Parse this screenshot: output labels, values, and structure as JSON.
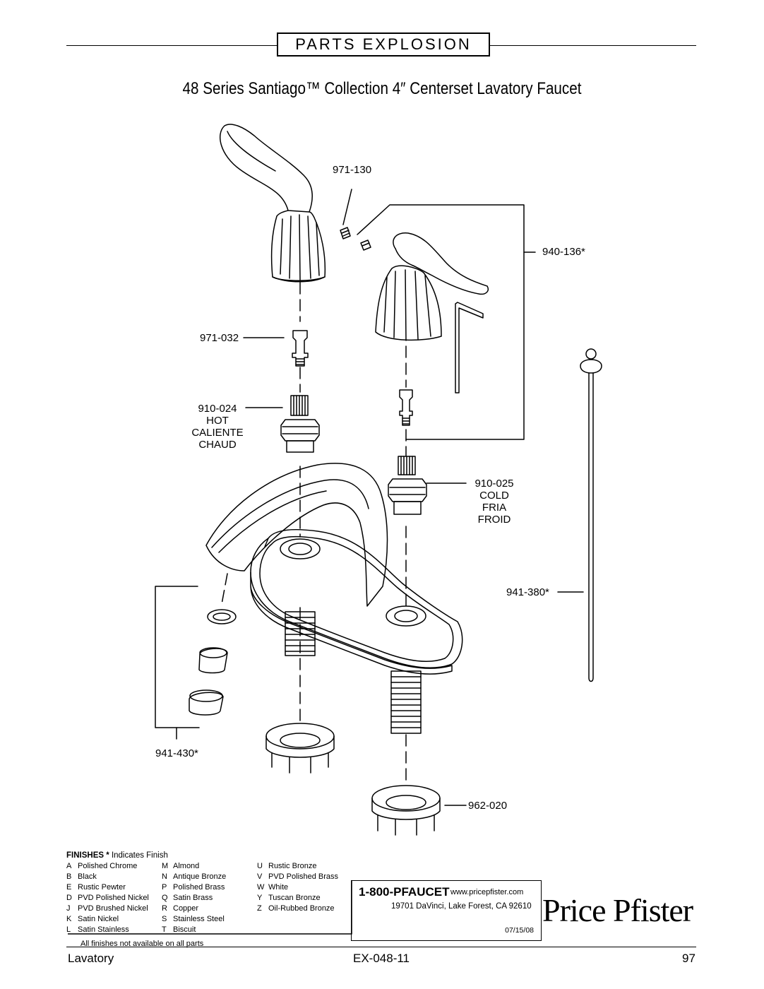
{
  "header": {
    "section_title": "PARTS EXPLOSION",
    "document_title": "48 Series Santiago™ Collection 4″ Centerset Lavatory Faucet"
  },
  "parts": {
    "handle_screw": "971-130",
    "handle_kit": "940-136*",
    "adapter_stem": "971-032",
    "hot_cartridge": {
      "number": "910-024",
      "lines": [
        "HOT",
        "CALIENTE",
        "CHAUD"
      ]
    },
    "cold_cartridge": {
      "number": "910-025",
      "lines": [
        "COLD",
        "FRIA",
        "FROID"
      ]
    },
    "pop_up_rod": "941-380*",
    "aerator_kit": "941-430*",
    "mounting_nut": "962-020"
  },
  "finishes": {
    "title": "FINISHES",
    "asterisk": "*",
    "title_note": "Indicates Finish",
    "columns": [
      [
        {
          "code": "A",
          "name": "Polished Chrome"
        },
        {
          "code": "B",
          "name": "Black"
        },
        {
          "code": "E",
          "name": "Rustic Pewter"
        },
        {
          "code": "D",
          "name": "PVD Polished Nickel"
        },
        {
          "code": "J",
          "name": "PVD Brushed Nickel"
        },
        {
          "code": "K",
          "name": "Satin Nickel"
        },
        {
          "code": "L",
          "name": "Satin Stainless"
        }
      ],
      [
        {
          "code": "M",
          "name": "Almond"
        },
        {
          "code": "N",
          "name": "Antique Bronze"
        },
        {
          "code": "P",
          "name": "Polished Brass"
        },
        {
          "code": "Q",
          "name": "Satin Brass"
        },
        {
          "code": "R",
          "name": "Copper"
        },
        {
          "code": "S",
          "name": "Stainless Steel"
        },
        {
          "code": "T",
          "name": "Biscuit"
        }
      ],
      [
        {
          "code": "U",
          "name": "Rustic Bronze"
        },
        {
          "code": "V",
          "name": "PVD Polished Brass"
        },
        {
          "code": "W",
          "name": "White"
        },
        {
          "code": "Y",
          "name": "Tuscan Bronze"
        },
        {
          "code": "Z",
          "name": "Oil-Rubbed Bronze"
        }
      ]
    ],
    "note": "All finishes not available on all parts"
  },
  "contact": {
    "phone": "1-800-PFAUCET",
    "website": "www.pricepfister.com",
    "address": "19701 DaVinci, Lake Forest, CA  92610",
    "date": "07/15/08"
  },
  "brand": "Price Pfister",
  "footer": {
    "category": "Lavatory",
    "doc_code": "EX-048-11",
    "page_number": "97"
  }
}
